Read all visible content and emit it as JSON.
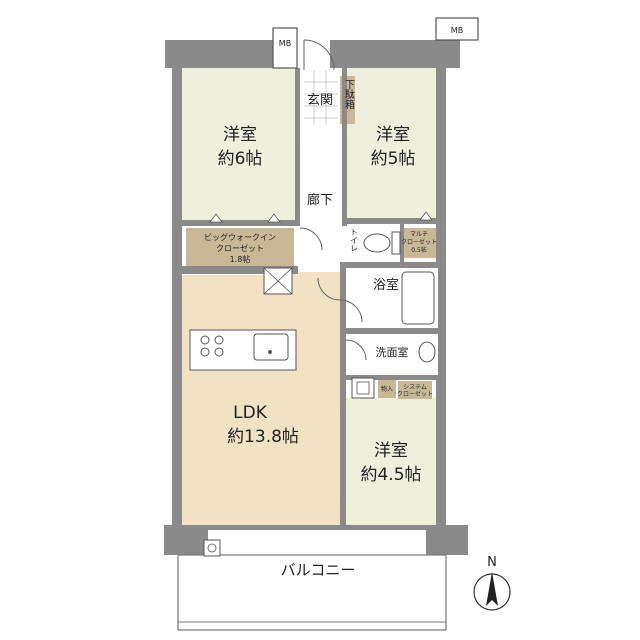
{
  "colors": {
    "wall": "#8a8a8a",
    "room": "#eef0dc",
    "ldk": "#f1e2c4",
    "storage": "#c8b898",
    "wet": "#ffffff",
    "balcony": "#ffffff",
    "line": "#555555"
  },
  "meter_boxes": {
    "left": "MB",
    "right": "MB"
  },
  "rooms": {
    "western_6": {
      "name": "洋室",
      "size": "約6帖"
    },
    "western_5": {
      "name": "洋室",
      "size": "約5帖"
    },
    "western_45": {
      "name": "洋室",
      "size": "約4.5帖"
    },
    "ldk": {
      "name": "LDK",
      "size": "約13.8帖"
    },
    "entrance": "玄関",
    "shoe_box": "下駄箱",
    "hallway": "廊下",
    "bath": "浴室",
    "washroom": "洗面室",
    "toilet": "トイレ",
    "balcony": "バルコニー"
  },
  "storage": {
    "walk_in": {
      "line1": "ビッグウォークイン",
      "line2": "クローゼット",
      "size": "1.8帖"
    },
    "multi": {
      "line1": "マルチ",
      "line2": "クローゼット",
      "size": "0.5帖"
    },
    "system": {
      "line1": "システム",
      "line2": "クローゼット"
    },
    "tana": "物入"
  },
  "compass": {
    "label": "N",
    "icon": "north-arrow-icon"
  }
}
